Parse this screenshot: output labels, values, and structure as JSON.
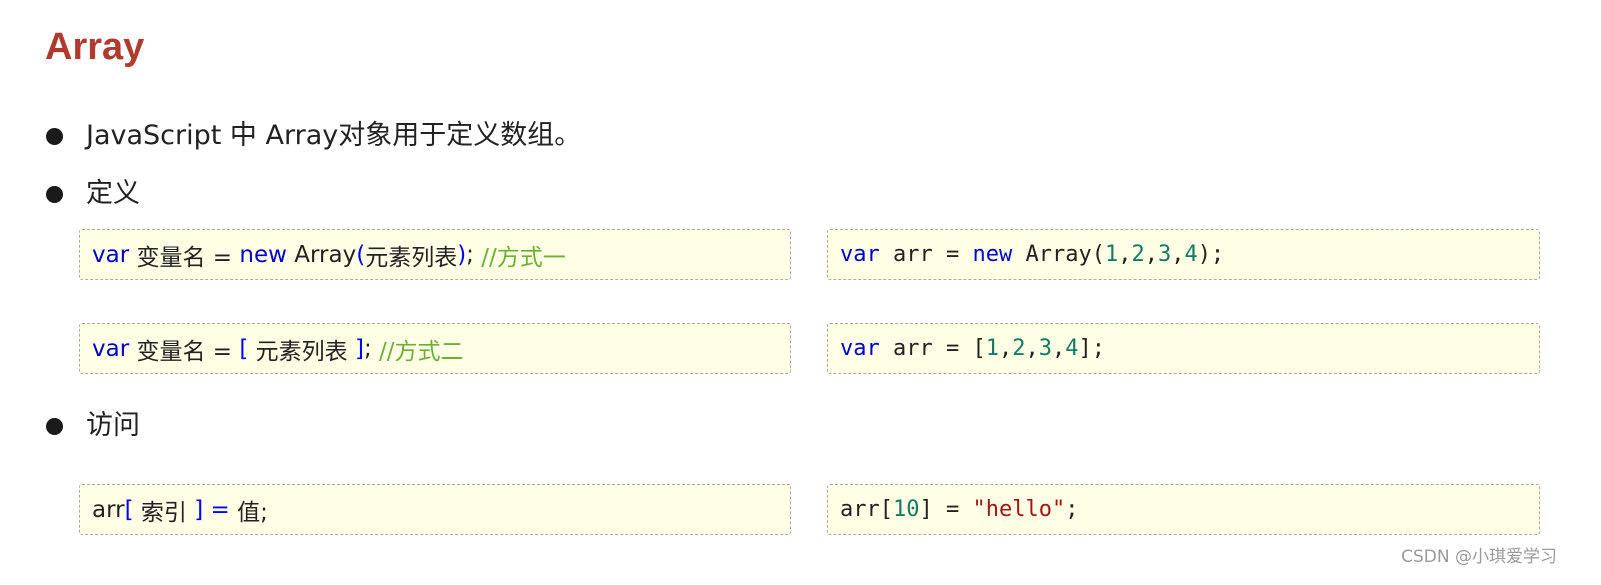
{
  "title": "Array",
  "bullets": {
    "intro": "JavaScript 中 Array对象用于定义数组。",
    "define": "定义",
    "access": "访问"
  },
  "syntax": {
    "def1": {
      "kw_var": "var",
      "name": " 变量名 = ",
      "kw_new": "new",
      "ctor": " Array",
      "lparen": "(",
      "elements": "元素列表",
      "rparen": ")",
      "semi": "; ",
      "comment": "//方式一"
    },
    "def2": {
      "kw_var": "var",
      "name": " 变量名 = ",
      "lbracket": "[",
      "elements": " 元素列表 ",
      "rbracket": "]",
      "semi": "; ",
      "comment": "//方式二"
    },
    "access": {
      "name": "arr",
      "lbracket": "[",
      "index": " 索引 ",
      "rbracket": "]",
      "eq": " = ",
      "value": "值;"
    }
  },
  "examples": {
    "ex1": {
      "kw_var": "var",
      "mid": " arr = ",
      "kw_new": "new",
      "ctor": " Array(",
      "n1": "1",
      "c1": ",",
      "n2": "2",
      "c2": ",",
      "n3": "3",
      "c3": ",",
      "n4": "4",
      "end": ");"
    },
    "ex2": {
      "kw_var": "var",
      "mid": " arr = [",
      "n1": "1",
      "c1": ",",
      "n2": "2",
      "c2": ",",
      "n3": "3",
      "c3": ",",
      "n4": "4",
      "end": "];"
    },
    "ex3": {
      "name": "arr[",
      "index": "10",
      "mid": "] = ",
      "str": "\"hello\"",
      "end": ";"
    }
  },
  "watermark": "CSDN @小琪爱学习",
  "colors": {
    "title": "#b03a2e",
    "keyword": "#0000cc",
    "comment": "#6cb033",
    "number": "#117a65",
    "string": "#a31515",
    "box_bg": "#ffffe6"
  }
}
